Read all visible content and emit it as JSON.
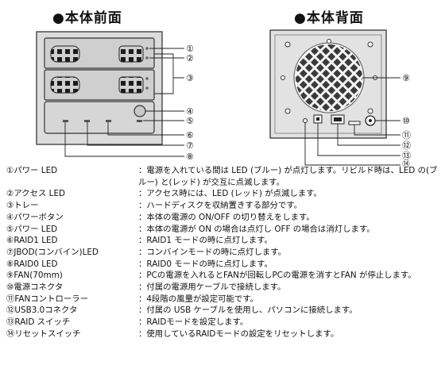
{
  "front_title": "●本体前面",
  "rear_title": "●本体背面",
  "markers": [
    "①",
    "②",
    "③",
    "④",
    "⑤",
    "⑥",
    "⑦",
    "⑧",
    "⑨",
    "⑩",
    "⑪",
    "⑫",
    "⑬",
    "⑭"
  ],
  "legend": [
    {
      "label": "①パワー LED",
      "desc": "：電源を入れている間は LED (ブルー) が点灯します。リビルド時は、LED の(ブルー) と(レッド) が交互に点滅します。"
    },
    {
      "label": "②アクセス LED",
      "desc": "：アクセス時には、LED (レッド) が点滅します。"
    },
    {
      "label": "③トレー",
      "desc": "：ハードディスクを収納置きする部分です。"
    },
    {
      "label": "④パワーボタン",
      "desc": "：本体の電源の ON/OFF の切り替えをします。"
    },
    {
      "label": "⑤パワー LED",
      "desc": "：本体の電源が ON の場合は点灯し OFF の場合は消灯します。"
    },
    {
      "label": "⑥RAID1 LED",
      "desc": "：RAID1 モードの時に点灯します。"
    },
    {
      "label": "⑦JBOD(コンバイン)LED",
      "desc": "：コンバインモードの時に点灯します。"
    },
    {
      "label": "⑧RAID0 LED",
      "desc": "：RAID0 モードの時に点灯します。"
    },
    {
      "label": "⑨FAN(70mm)",
      "desc": "：PCの電源を入れるとFANが回転しPCの電源を消すとFAN が停止します。"
    },
    {
      "label": "⑩電源コネクタ",
      "desc": "：付属の電源用ケーブルで接続します。"
    },
    {
      "label": "⑪FANコントローラー",
      "desc": "：4段階の風量が設定可能です。"
    },
    {
      "label": "⑫USB3.0コネクタ",
      "desc": "：付属の USB ケーブルを使用し、パソコンに接続します。"
    },
    {
      "label": "⑬RAID スイッチ",
      "desc": "：RAIDモードを設定します。"
    },
    {
      "label": "⑭リセットスイッチ",
      "desc": "：使用しているRAIDモードの設定をリセットします。"
    }
  ]
}
